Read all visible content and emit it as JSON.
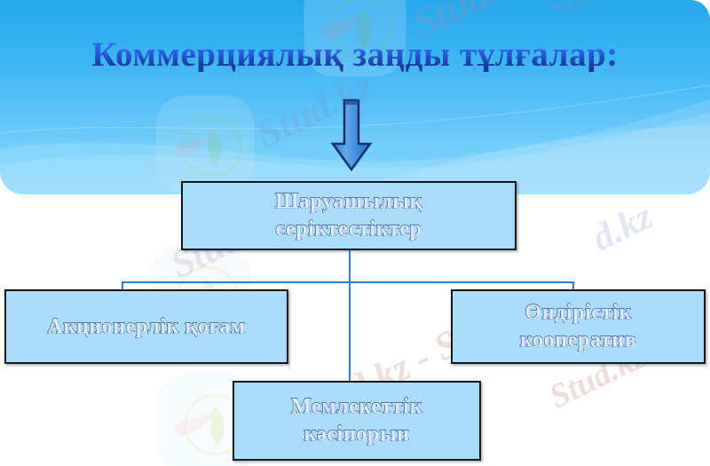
{
  "slide": {
    "title": "Коммерциялық заңды тұлғалар:",
    "background_top_color": "#2ba9ef",
    "background_bottom_color": "#ffffff",
    "title_color": "#1b4fd0"
  },
  "arrow": {
    "name": "down-arrow",
    "fill_color": "#3b8fe0",
    "outline_color": "#0f2f6b"
  },
  "diagram": {
    "box_fill_color": "#aadcfa",
    "box_border_color": "#15161a",
    "connector_color": "#2f7fd6",
    "boxes": [
      {
        "id": "top",
        "label": "Шаруашылық\nсеріктестіктер"
      },
      {
        "id": "left",
        "label": "Акционерлік қоғам"
      },
      {
        "id": "right",
        "label": "Өндірістік\nкооператив"
      },
      {
        "id": "bottom",
        "label": "Мемлекеттік\nкәсіпорын"
      }
    ]
  },
  "watermarks": [
    {
      "id": "wm1",
      "text": "Stud.kz"
    },
    {
      "id": "wm2",
      "text": "Stud.kz"
    },
    {
      "id": "wm3",
      "text": "Stud.kz"
    },
    {
      "id": "wm4",
      "text": "Stud.kz"
    },
    {
      "id": "wm5",
      "text": "Stud.kz - Stud.kz"
    },
    {
      "id": "wm6",
      "text": "Stud.kz"
    },
    {
      "id": "wm7",
      "text": "d.kz"
    }
  ]
}
